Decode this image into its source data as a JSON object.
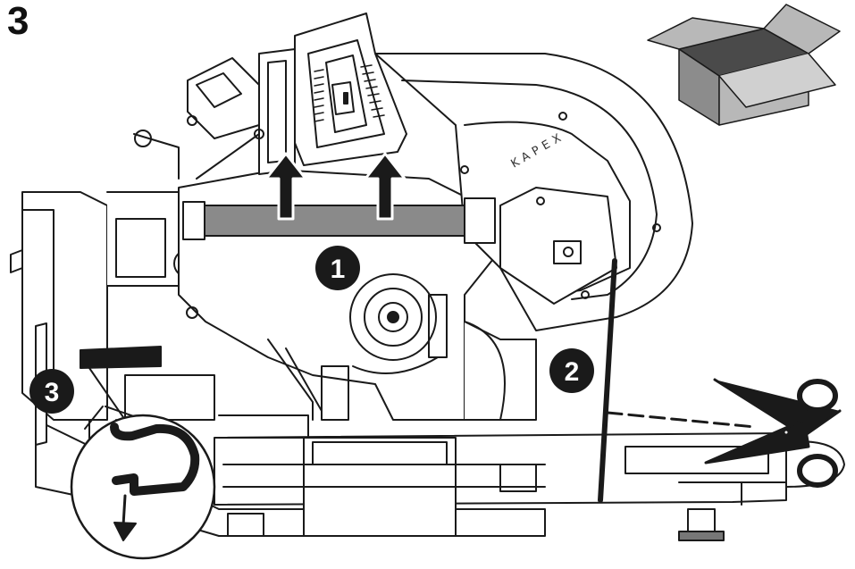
{
  "step": "3",
  "brand_label": "KAPEX",
  "callouts": [
    {
      "id": "1",
      "label": "1"
    },
    {
      "id": "2",
      "label": "2"
    },
    {
      "id": "3",
      "label": "3"
    }
  ],
  "colors": {
    "line": "#1a1a1a",
    "handle_bar": "#8a8a8a",
    "box_dark": "#4a4a4a",
    "box_mid": "#8c8c8c",
    "box_light": "#b8b8b8",
    "badge": "#1a1a1a"
  },
  "icons": [
    "cardboard-box-icon",
    "scissors-icon",
    "lift-arrow-icon",
    "rotate-arrow-icon",
    "magnifier-detail"
  ]
}
